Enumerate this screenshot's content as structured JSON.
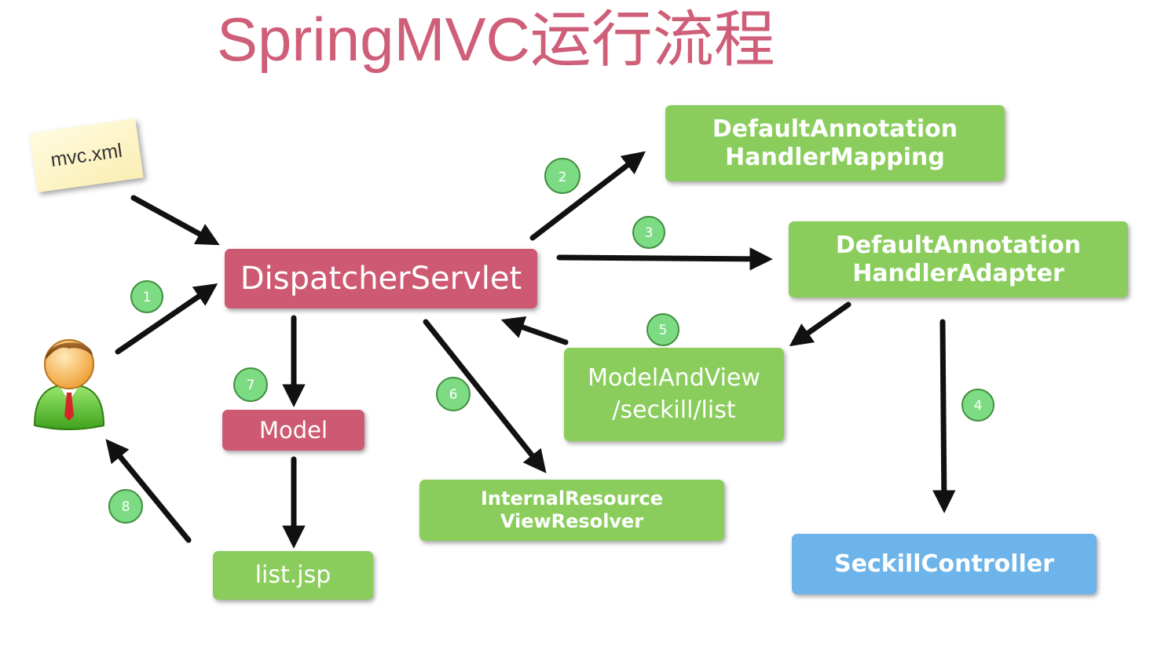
{
  "title": "SpringMVC运行流程",
  "note": {
    "label": "mvc.xml"
  },
  "nodes": {
    "dispatcher": "DispatcherServlet",
    "handler_mapping": [
      "DefaultAnnotation",
      "HandlerMapping"
    ],
    "handler_adapter": [
      "DefaultAnnotation",
      "HandlerAdapter"
    ],
    "model_and_view": [
      "ModelAndView",
      "/seckill/list"
    ],
    "seckill_controller": "SeckillController",
    "view_resolver": [
      "InternalResource",
      "ViewResolver"
    ],
    "model": "Model",
    "list_jsp": "list.jsp"
  },
  "steps": [
    "1",
    "2",
    "3",
    "4",
    "5",
    "6",
    "7",
    "8"
  ],
  "icons": {
    "user": "user-icon"
  },
  "colors": {
    "title": "#cf5f78",
    "red_box": "#cd5a72",
    "green_box": "#8acd5c",
    "blue_box": "#6cb4ea",
    "badge": "#7ddb84",
    "arrow": "#111111"
  }
}
